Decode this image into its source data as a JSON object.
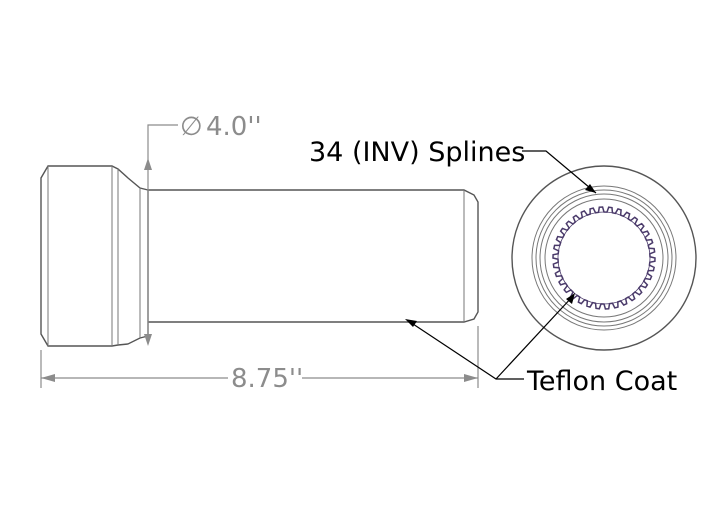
{
  "dimensions": {
    "diameter_symbol": "∅",
    "diameter_value": "4.0''",
    "length_value": "8.75''"
  },
  "notes": {
    "splines": "34 (INV) Splines",
    "coating": "Teflon Coat"
  },
  "spline_count": 34,
  "colors": {
    "part_outline": "#555555",
    "dimension": "#8c8c8c",
    "leader": "#000000",
    "spline_bore": "#4a3a6a"
  }
}
